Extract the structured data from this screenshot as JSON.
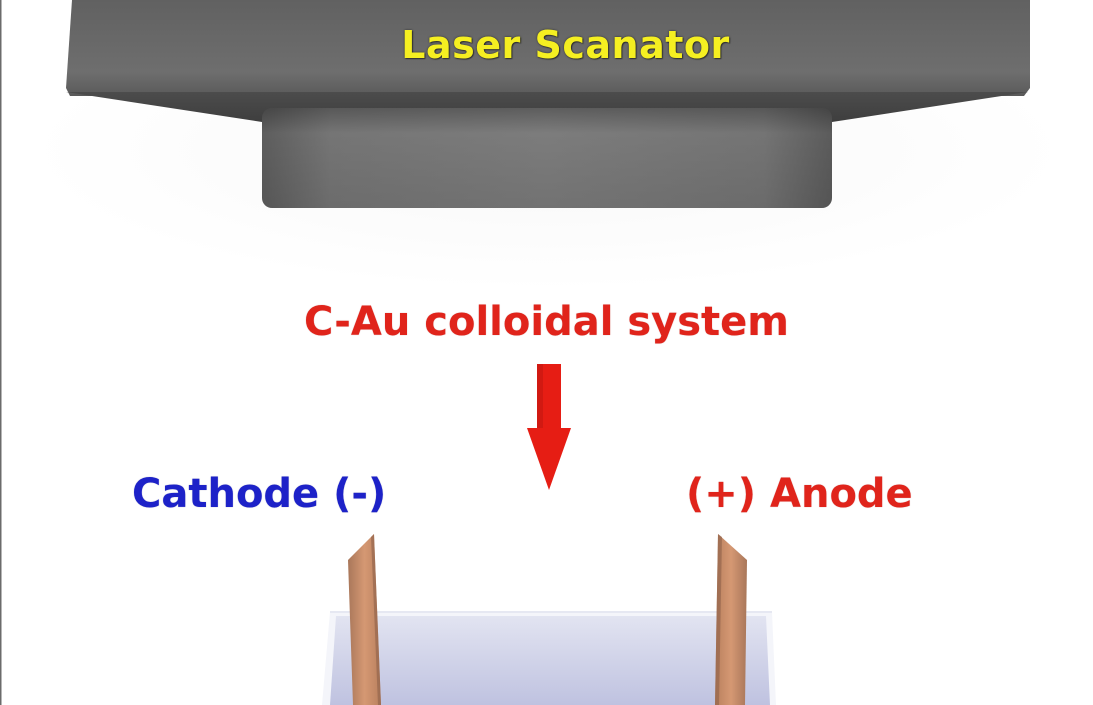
{
  "labels": {
    "scanner": "Laser Scanator",
    "colloid": "C-Au colloidal system",
    "cathode": "Cathode (-)",
    "anode": "(+) Anode"
  },
  "colors": {
    "scanner_text": "#f5ef21",
    "colloid_text": "#e0241b",
    "cathode_text": "#1d22c8",
    "anode_text": "#e0241b",
    "arrow": "#e61d14",
    "electrode": "#c98a62",
    "scanner_body": "#6f6f6f",
    "liquid": "#c9cde8"
  }
}
